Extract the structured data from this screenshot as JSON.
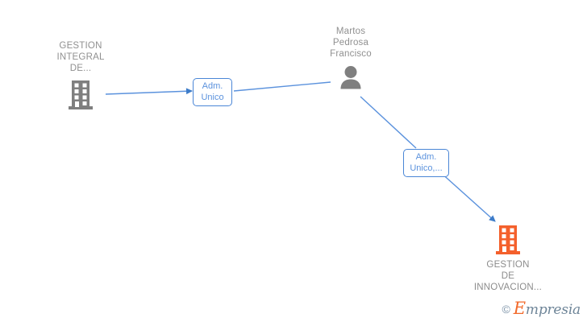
{
  "diagram": {
    "background_color": "#ffffff",
    "edge_color": "#4a86d6",
    "gray_color": "#7f7f7f",
    "orange_color": "#f4602c",
    "text_color": "#909090",
    "nodes": [
      {
        "id": "company-gray",
        "icon": "building-icon",
        "icon_color": "#7f7f7f",
        "label": "GESTION\nINTEGRAL\nDE...",
        "label_position": "above"
      },
      {
        "id": "person",
        "icon": "person-icon",
        "icon_color": "#7f7f7f",
        "label": "Martos\nPedrosa\nFrancisco",
        "label_position": "above"
      },
      {
        "id": "company-orange",
        "icon": "building-icon",
        "icon_color": "#f4602c",
        "label": "GESTION\nDE\nINNOVACION...",
        "label_position": "below"
      }
    ],
    "edges": [
      {
        "id": "edge-1",
        "from": "person",
        "to": "company-gray",
        "label": "Adm.\nUnico",
        "arrow": "end"
      },
      {
        "id": "edge-2",
        "from": "person",
        "to": "company-orange",
        "label": "Adm.\nUnico,...",
        "arrow": "end"
      }
    ]
  },
  "watermark": {
    "copyright": "©",
    "brand_initial": "E",
    "brand_rest": "mpresia"
  }
}
